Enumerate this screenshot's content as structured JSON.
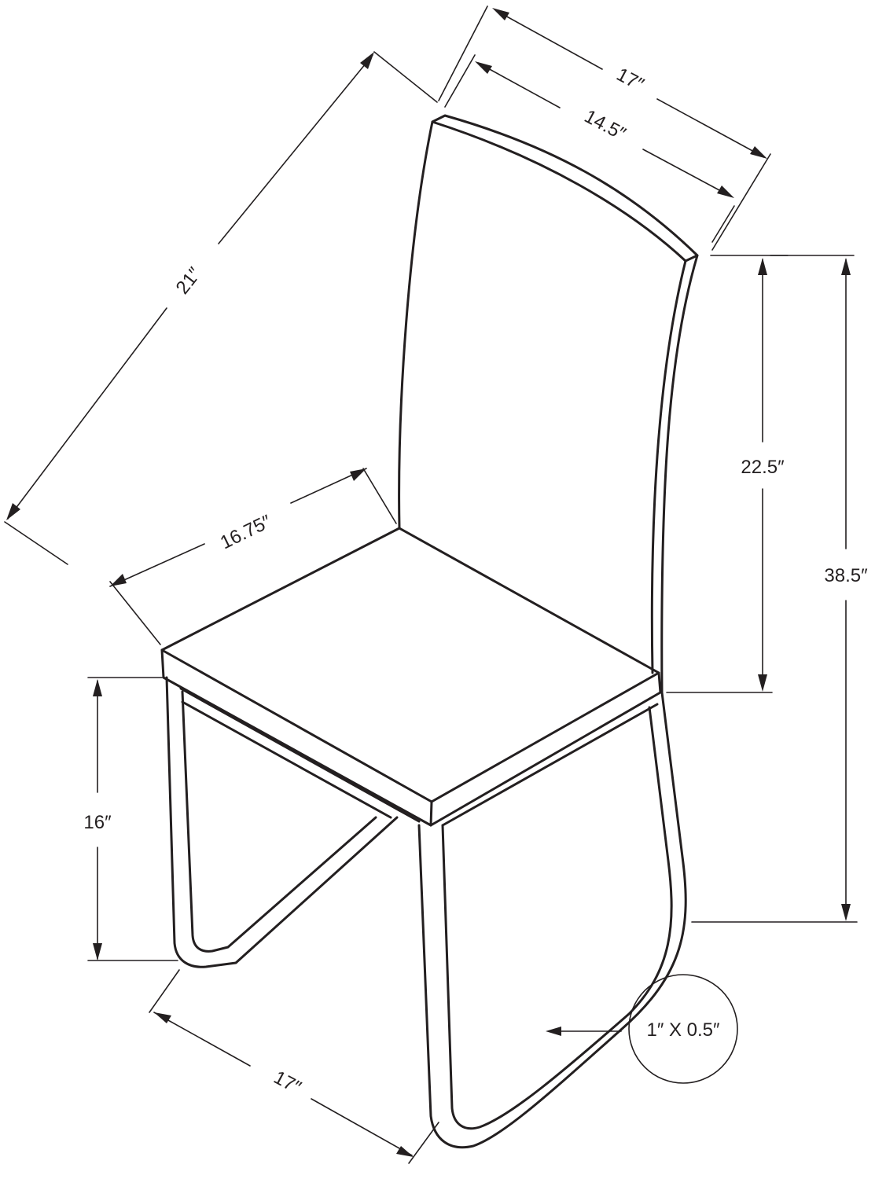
{
  "diagram": {
    "subject": "chair-line-drawing",
    "colors": {
      "line": "#231f20",
      "background": "#ffffff"
    },
    "dimensions": {
      "top_overall_width": "17″",
      "top_back_width": "14.5″",
      "overall_depth": "21″",
      "seat_depth": "16.75″",
      "back_height": "22.5″",
      "overall_height": "38.5″",
      "seat_height": "16″",
      "base_width": "17″",
      "tube_size": "1″ X 0.5″"
    }
  }
}
